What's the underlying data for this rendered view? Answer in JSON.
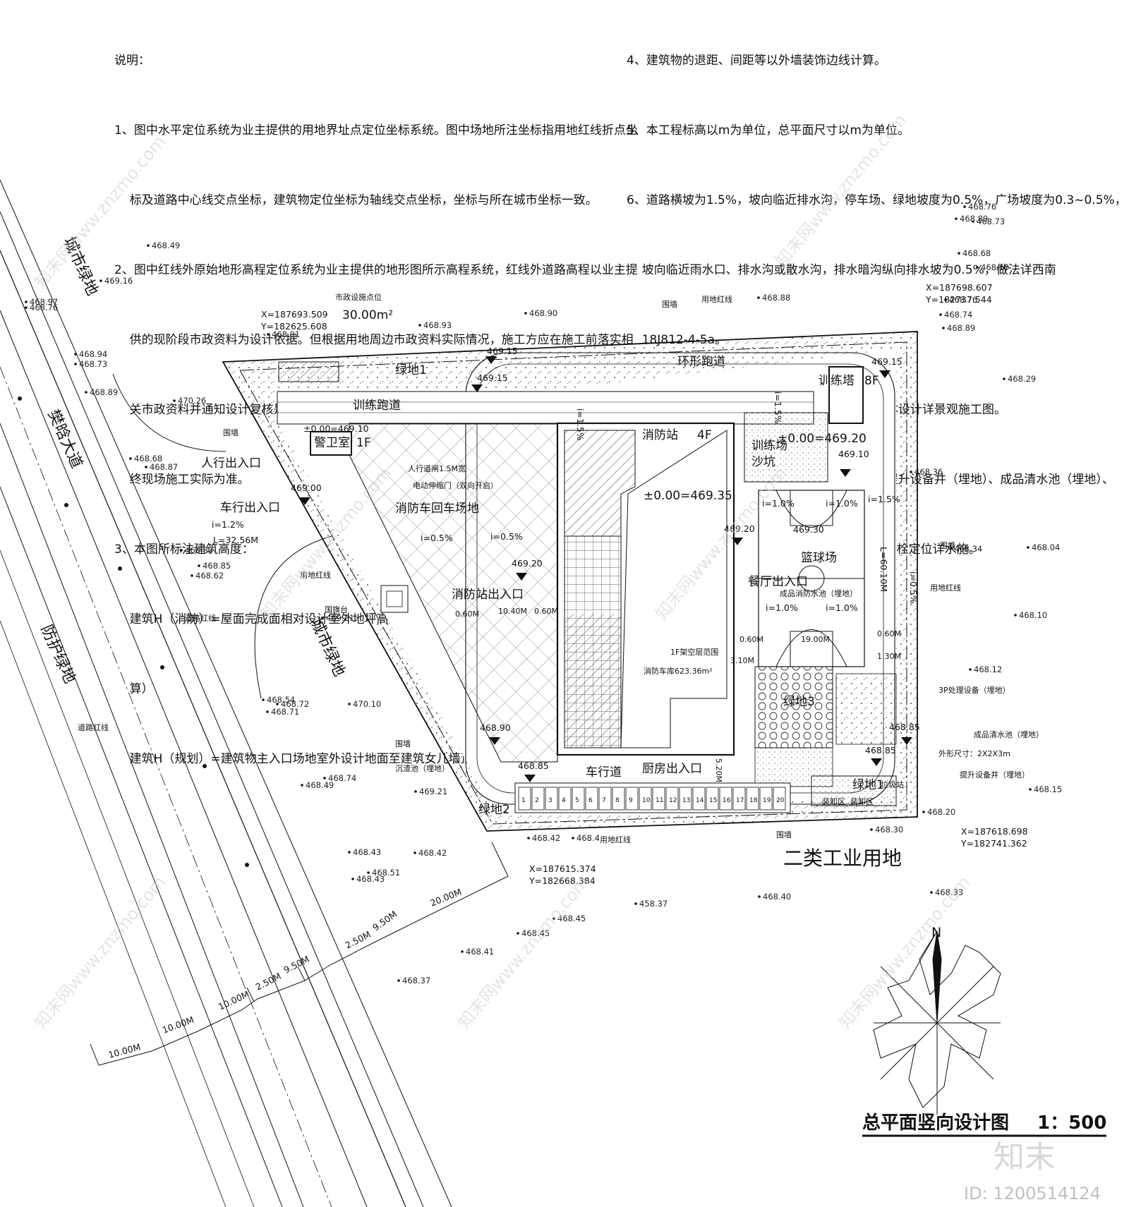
{
  "notes_left": {
    "title": "说明：",
    "lines": [
      "1、图中水平定位系统为业主提供的用地界址点定位坐标系统。图中场地所注坐标指用地红线折点坐",
      "    标及道路中心线交点坐标，建筑物定位坐标为轴线交点坐标，坐标与所在城市坐标一致。",
      "2、图中红线外原始地形高程定位系统为业主提供的地形图所示高程系统，红线外道路高程以业主提",
      "    供的现阶段市政资料为设计依据。但根据用地周边市政资料实际情况，施工方应在施工前落实相",
      "    关市政资料并通知设计复核是否满足设计要求。因高程变更对土方量影响较大，具体土方量以最",
      "    终现场施工实际为准。",
      "3、本图所标注建筑高度：",
      "    建筑H（消防）=屋面完成面相对设计室外地坪高度。（建筑屋面面层按0.3m平均厚度面层计",
      "    算）",
      "    建筑H（规划）=建筑物主入口场地室外设计地面至建筑女儿墙顶点的高度。"
    ]
  },
  "notes_right": {
    "lines": [
      "4、建筑物的退距、间距等以外墙装饰边线计算。",
      "5、本工程标高以m为单位，总平面尺寸以m为单位。",
      "6、道路横坡为1.5%，坡向临近排水沟，停车场、绿地坡度为0.5%，广场坡度为0.3~0.5%，",
      "    坡向临近雨水口、排水沟或散水沟，排水暗沟纵向排水坡为0.5%，做法详西南",
      "    18J812-4-5a。",
      "7、图中景观绿地和室外球场、跑道仅为示意，具体设计详景观施工图。",
      "8、成品消防水池（埋地）、成品雨水池（埋地）、提升设备井（埋地）、成品清水池（埋地）、",
      "    3P处理设备（埋地）、沉渣池（埋地）、室外消火栓定位详水施。"
    ]
  },
  "labels": {
    "city_green_1": "城市绿地",
    "fanhan_road": "樊晗大道",
    "protect_green": "防护绿地",
    "city_green_2": "城市绿地",
    "industrial": "二类工业用地",
    "title": "总平面竖向设计图",
    "scale": "1：500",
    "north": "N",
    "municipal": "市政设施点位",
    "municipal_area": "30.00m²",
    "wall": "围墙",
    "redline": "用地红线",
    "road_redline": "道路红线",
    "green1": "绿地1",
    "green1b": "绿地1",
    "green2": "绿地2",
    "green3": "绿地3",
    "loop_track": "环形跑道",
    "train_track": "训练跑道",
    "tower": "训练塔",
    "tower_floor": "8F",
    "guard": "警卫室",
    "guard_floor": "1F",
    "ped_entry": "人行出入口",
    "veh_entry": "车行出入口",
    "ped_gate": "人行道闸1.5M宽",
    "elec_gate": "电动伸缩门（双向开启）",
    "turnaround": "消防车回车场地",
    "station": "消防站",
    "station_floor": "4F",
    "station_exit": "消防站出入口",
    "drill_field": "训练场",
    "sand_pit": "沙坑",
    "basketball": "篮球场",
    "canteen_exit": "餐厅出入口",
    "fire_pool": "成品消防水池（埋地）",
    "flag": "国旗台",
    "overhead": "1F架空层范围",
    "garage": "消防车库623.36m²",
    "driveway": "车行道",
    "kitchen_exit": "厨房出入口",
    "sediment": "沉渣池（埋地）",
    "treat_3p": "3P处理设备（埋地）",
    "clear_pool": "成品清水池（埋地）",
    "clear_size": "外形尺寸：2X2X3m",
    "lift_well": "提升设备井（埋地）",
    "garbage": "垃圾站",
    "site_zone": "装卸区",
    "site_zone2": "装卸区",
    "watermark_id": "ID: 1200514124",
    "watermark_logo": "知末",
    "watermark_site": "知末网www.znzmo.com"
  },
  "coords": {
    "c1": [
      "X=187693.509",
      "Y=182625.608"
    ],
    "c2": [
      "X=187698.607",
      "Y=182737.544"
    ],
    "c3": [
      "X=187618.698",
      "Y=182741.362"
    ],
    "c4": [
      "X=187615.374",
      "Y=182668.384"
    ]
  },
  "levels": {
    "station": "±0.00=469.35",
    "guard": "±0.00=469.10",
    "drill": "±0.00=469.20"
  },
  "slopes": {
    "veh": "i=1.2%",
    "veh_len": "L=32.56M",
    "a": "i=1.5%",
    "b": "i=1.5%",
    "c": "i=0.5%",
    "d": "i=0.5%",
    "e": "i=1.0%",
    "f": "i=1.0%",
    "g": "i=1.0%",
    "h": "i=1.0%",
    "i": "i=1.5%",
    "j": "i=0.5%",
    "k": "L=60.10M"
  },
  "dims": {
    "d1": "20.00M",
    "d2": "9.50M",
    "d3": "2.50M",
    "d4": "9.50M",
    "d5": "2.50M",
    "d6": "10.00M",
    "d7": "10.00M",
    "d8": "10.00M",
    "d9": "0.60M",
    "d10": "10.40M",
    "d11": "0.60M",
    "d12": "19.00M",
    "d13": "0.60M",
    "d14": "1.30M",
    "d15": "3.10M",
    "d16": "5.20M",
    "d17": "0.60M"
  },
  "design_elevations": {
    "e1": "469.15",
    "e2": "469.15",
    "e3": "469.15",
    "e4": "469.00",
    "e5": "469.10",
    "e6": "469.20",
    "e7": "469.20",
    "e8": "469.30",
    "e9": "468.90",
    "e10": "468.85",
    "e11": "468.85",
    "e12": "468.85"
  },
  "spot_elevations": [
    "468.49",
    "469.16",
    "468.97",
    "468.76",
    "468.94",
    "468.73",
    "468.89",
    "470.26",
    "468.68",
    "468.87",
    "468.83",
    "468.85",
    "468.62",
    "469.21",
    "468.54",
    "468.72",
    "468.71",
    "470.10",
    "468.74",
    "468.49",
    "469.21",
    "468.43",
    "468.42",
    "468.42",
    "468.4",
    "468.51",
    "468.43",
    "468.45",
    "468.45",
    "468.41",
    "468.37",
    "458.37",
    "468.40",
    "468.33",
    "468.30",
    "468.20",
    "468.15",
    "468.12",
    "468.10",
    "468.04",
    "468.34",
    "468.36",
    "468.29",
    "468.89",
    "468.74",
    "468.76",
    "468.60",
    "468.68",
    "468.73",
    "468.76",
    "468.88",
    "468.90",
    "468.93",
    "468.91",
    "468.89"
  ],
  "parking_numbers": [
    "1",
    "2",
    "3",
    "4",
    "5",
    "6",
    "7",
    "8",
    "9",
    "10",
    "11",
    "12",
    "13",
    "14",
    "15",
    "16",
    "17",
    "18",
    "19",
    "20"
  ]
}
